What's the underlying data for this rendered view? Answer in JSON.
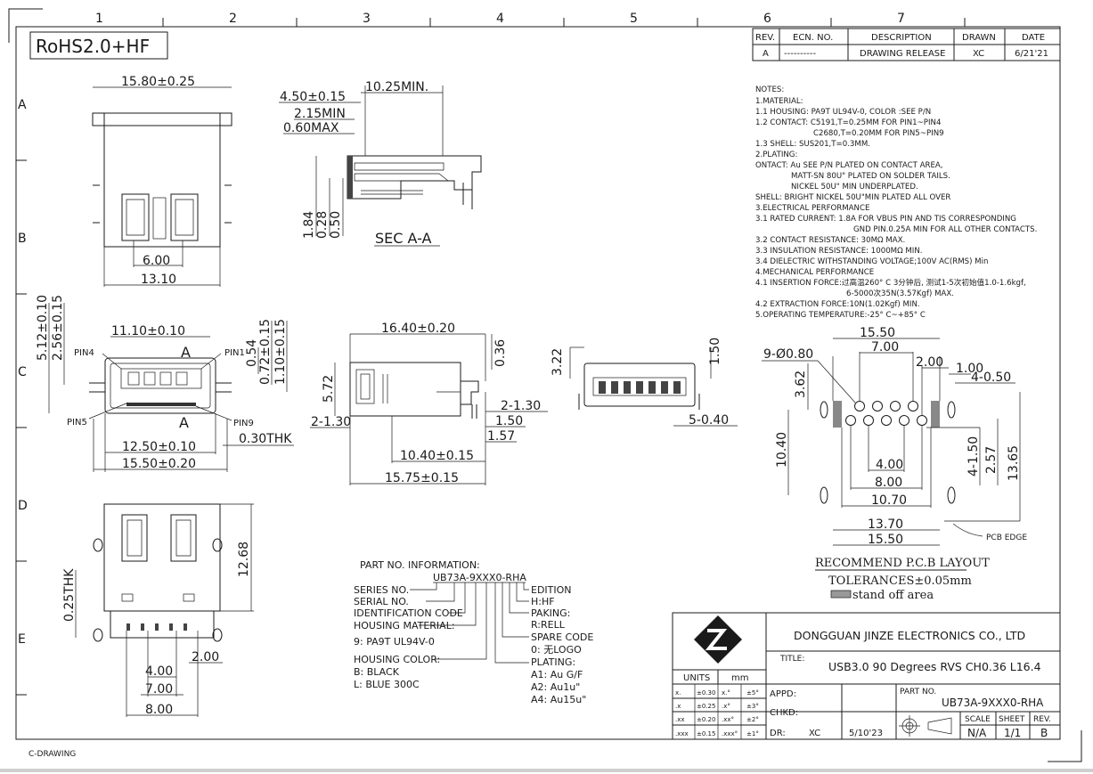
{
  "rohs": "RoHS2.0+HF",
  "footer": "C-DRAWING",
  "grid": {
    "cols": [
      "1",
      "2",
      "3",
      "4",
      "5",
      "6",
      "7"
    ],
    "rows": [
      "A",
      "B",
      "C",
      "D",
      "E"
    ]
  },
  "revision": {
    "headers": [
      "REV.",
      "ECN. NO.",
      "DESCRIPTION",
      "DRAWN",
      "DATE"
    ],
    "row": [
      "A",
      "----------",
      "DRAWING RELEASE",
      "XC",
      "6/21'21"
    ]
  },
  "notes": [
    "NOTES:",
    "1.MATERIAL:",
    "1.1 HOUSING: PA9T UL94V-0, COLOR :SEE P/N",
    "1.2 CONTACT: C5191,T=0.25MM FOR PIN1~PIN4",
    "C2680,T=0.20MM FOR PIN5~PIN9",
    "1.3 SHELL: SUS201,T=0.3MM.",
    "2.PLATING:",
    "ONTACT: Au SEE P/N PLATED ON CONTACT AREA,",
    "MATT-SN 80U\" PLATED ON SOLDER TAILS.",
    "NICKEL 50U\" MIN UNDERPLATED.",
    "SHELL: BRIGHT NICKEL 50U\"MIN PLATED ALL OVER",
    "3.ELECTRICAL PERFORMANCE",
    "3.1 RATED CURRENT: 1.8A FOR VBUS PIN AND TIS CORRESPONDING",
    "GND PIN.0.25A MIN FOR ALL OTHER CONTACTS.",
    "3.2 CONTACT RESISTANCE: 30MΩ MAX.",
    "3.3 INSULATION RESISTANCE: 1000MΩ MIN.",
    "3.4 DIELECTRIC WITHSTANDING VOLTAGE;100V AC(RMS) Min",
    "4.MECHANICAL PERFORMANCE",
    "4.1 INSERTION FORCE:过高温260° C 3分钟后, 测试1-5次初始值1.0-1.6kgf,",
    "6-5000次35N(3.57Kgf) MAX.",
    "4.2 EXTRACTION FORCE:10N(1.02Kgf) MIN.",
    "5.OPERATING TEMPERATURE:-25° C~+85° C"
  ],
  "top_view": {
    "d1": "15.80±0.25",
    "d2": "6.00",
    "d3": "13.10"
  },
  "section": {
    "d1": "4.50±0.15",
    "d2": "10.25MIN.",
    "d3": "2.15MIN",
    "d4": "0.60MAX",
    "v1": "1.84",
    "v2": "0.28",
    "v3": "0.50",
    "title": "SEC A-A"
  },
  "front_view": {
    "d1": "11.10±0.10",
    "sec_a": "A",
    "pin4": "PIN4",
    "pin1": "PIN1",
    "pin5": "PIN5",
    "pin9": "PIN9",
    "v1": "5.12±0.10",
    "v2": "2.56±0.15",
    "v3": "0.54",
    "v4": "0.72±0.15",
    "v5": "1.10±0.15",
    "d2": "12.50±0.10",
    "d3": "15.50±0.20",
    "thk": "0.30THK"
  },
  "side_view": {
    "d1": "16.40±0.20",
    "v1": "0.36",
    "v2": "5.72",
    "d2": "2-1.30",
    "d3": "1.50",
    "d4": "1.57",
    "d5": "2-1.30",
    "d6": "10.40±0.15",
    "d7": "15.75±0.15"
  },
  "rear_view": {
    "v1": "3.22",
    "v2": "1.50",
    "d1": "5-0.40"
  },
  "bottom_view": {
    "d1": "12.68",
    "d2": "0.25THK",
    "d3": "2.00",
    "d4": "4.00",
    "d5": "7.00",
    "d6": "8.00"
  },
  "pcb": {
    "d1": "15.50",
    "d2": "7.00",
    "d3": "2.00",
    "d4": "1.00",
    "d5": "9-Ø0.80",
    "d6": "4-0.50",
    "v1": "3.62",
    "v2": "10.40",
    "d7": "4.00",
    "d8": "8.00",
    "d9": "10.70",
    "v3": "4-1.50",
    "v4": "2.57",
    "v5": "13.65",
    "d10": "13.70",
    "d11": "15.50",
    "edge": "PCB EDGE",
    "title": "RECOMMEND P.C.B LAYOUT",
    "tolerance": "TOLERANCES±0.05mm",
    "standoff": "stand off area"
  },
  "part_no": {
    "heading": "PART NO. INFORMATION:",
    "code": "UB73A-9XXX0-RHA",
    "left": [
      "SERIES NO.",
      "SERIAL NO.",
      "IDENTIFICATION CODE",
      "HOUSING MATERIAL:",
      "9: PA9T   UL94V-0",
      "HOUSING COLOR:",
      "B: BLACK",
      "L: BLUE 300C"
    ],
    "right": [
      "EDITION",
      "H:HF",
      "PAKING:",
      "R:RELL",
      "SPARE CODE",
      "0: 无LOGO",
      "PLATING:",
      "A1: Au G/F",
      "A2: Au1u\"",
      "A4: Au15u\""
    ]
  },
  "title_block": {
    "company": "DONGGUAN JINZE ELECTRONICS CO., LTD",
    "title_label": "TITLE:",
    "title": "USB3.0 90 Degrees RVS CH0.36 L16.4",
    "units_label": "UNITS",
    "units": "mm",
    "tolerances": [
      [
        "x.",
        "±0.30",
        "x.°",
        "±5°"
      ],
      [
        ".x",
        "±0.25",
        ".x°",
        "±3°"
      ],
      [
        ".xx",
        "±0.20",
        ".xx°",
        "±2°"
      ],
      [
        ".xxx",
        "±0.15",
        ".xxx°",
        "±1°"
      ]
    ],
    "appd": "APPD:",
    "chkd": "CHKD:",
    "dr": "DR:",
    "drawn": "XC",
    "date": "5/10'23",
    "part_label": "PART NO.",
    "part": "UB73A-9XXX0-RHA",
    "scale_label": "SCALE",
    "sheet_label": "SHEET",
    "rev_label": "REV.",
    "scale": "N/A",
    "sheet": "1/1",
    "rev": "B"
  }
}
